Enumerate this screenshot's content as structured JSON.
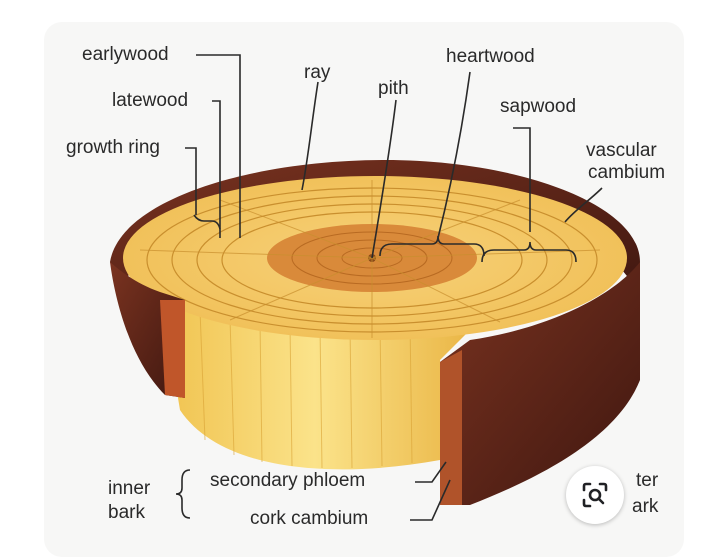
{
  "labels": {
    "earlywood": "earlywood",
    "latewood": "latewood",
    "growth_ring": "growth ring",
    "ray": "ray",
    "pith": "pith",
    "heartwood": "heartwood",
    "sapwood": "sapwood",
    "vascular": "vascular",
    "cambium": "cambium",
    "inner": "inner",
    "bark": "bark",
    "secondary_phloem": "secondary phloem",
    "cork_cambium": "cork cambium",
    "outer_partial": "ter",
    "bark_partial": "ark"
  },
  "overlay": {
    "lens_icon": "image-search-icon"
  },
  "colors": {
    "card_bg": "#f7f7f6",
    "sapwood": "#f3c96a",
    "heartwood": "#d98a3a",
    "bark": "#6b2a1c",
    "line": "#2a2a2a"
  }
}
